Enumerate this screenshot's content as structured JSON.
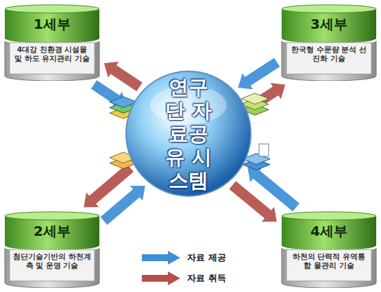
{
  "diagram": {
    "nodes": [
      {
        "text": [
          "연구단 자료공유 시스템"
        ]
      },
      {
        "text": [
          "1세부",
          "4대강 친환경 시설물 및 하도 유지관리 기술"
        ]
      },
      {
        "text": [
          "3세부",
          "한국형 수문량 분석 선진화 기술"
        ]
      },
      {
        "text": [
          "2세부",
          "첨단기술기반의 하천계측 및 운영 기술"
        ]
      },
      {
        "text": [
          "4세부",
          "하천의 단력적 유역통합 물관리 기술"
        ]
      }
    ],
    "edges": [
      {
        "from": 1,
        "to": 0,
        "arrow": "to"
      },
      {
        "from": 0,
        "to": 1,
        "arrow": "to"
      },
      {
        "from": 2,
        "to": 0,
        "arrow": "to"
      },
      {
        "from": 0,
        "to": 2,
        "arrow": "to"
      },
      {
        "from": 3,
        "to": 0,
        "arrow": "to"
      },
      {
        "from": 0,
        "to": 3,
        "arrow": "to"
      },
      {
        "from": 4,
        "to": 0,
        "arrow": "to"
      },
      {
        "from": 0,
        "to": 4,
        "arrow": "to"
      }
    ],
    "legend": [
      {
        "text": "자료 제공",
        "color": "#3d8fd6"
      },
      {
        "text": "자료 취득",
        "color": "#b4504c"
      }
    ]
  }
}
